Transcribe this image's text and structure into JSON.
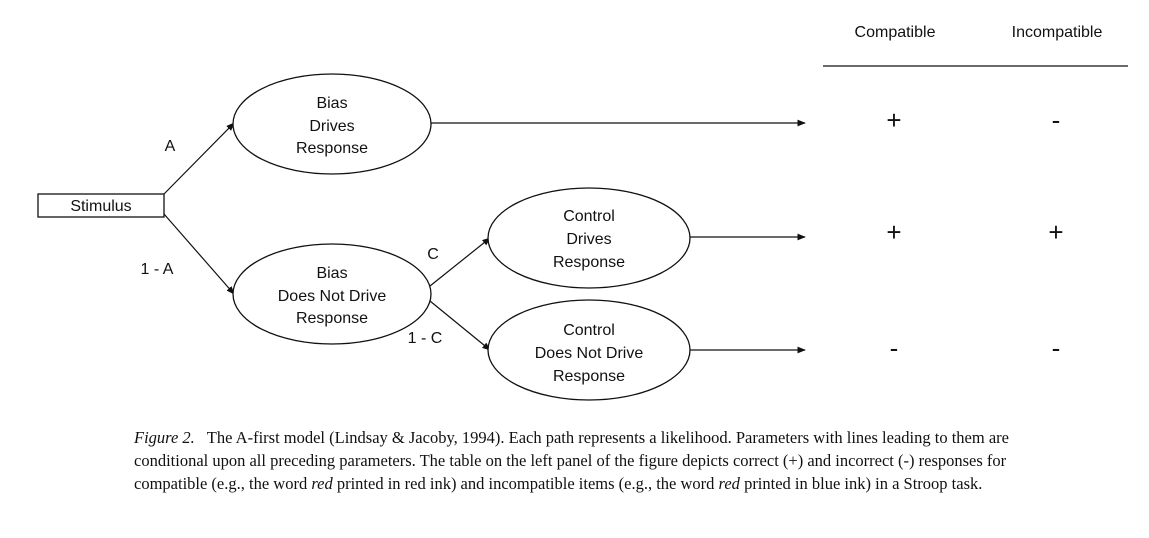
{
  "table": {
    "headers": [
      "Compatible",
      "Incompatible"
    ],
    "rows": [
      [
        "+",
        "-"
      ],
      [
        "+",
        "+"
      ],
      [
        "-",
        "-"
      ]
    ]
  },
  "nodes": {
    "stimulus": "Stimulus",
    "bias_drives": [
      "Bias",
      "Drives",
      "Response"
    ],
    "bias_not_drive": [
      "Bias",
      "Does Not Drive",
      "Response"
    ],
    "control_drives": [
      "Control",
      "Drives",
      "Response"
    ],
    "control_not_drive": [
      "Control",
      "Does Not Drive",
      "Response"
    ]
  },
  "edges": {
    "a": "A",
    "one_minus_a": "1 - A",
    "c": "C",
    "one_minus_c": "1 - C"
  },
  "caption": {
    "label": "Figure 2.",
    "part1": "The A-first model (Lindsay & Jacoby, 1994). Each path represents a likelihood. Parameters with lines leading to them are conditional upon all preceding parameters. The table on the left panel of the figure depicts correct (+) and incorrect (-) responses for compatible (e.g., the word ",
    "em1": "red",
    "part2": " printed in red ink) and incompatible items (e.g., the word ",
    "em2": "red",
    "part3": " printed in blue ink) in a Stroop task."
  }
}
